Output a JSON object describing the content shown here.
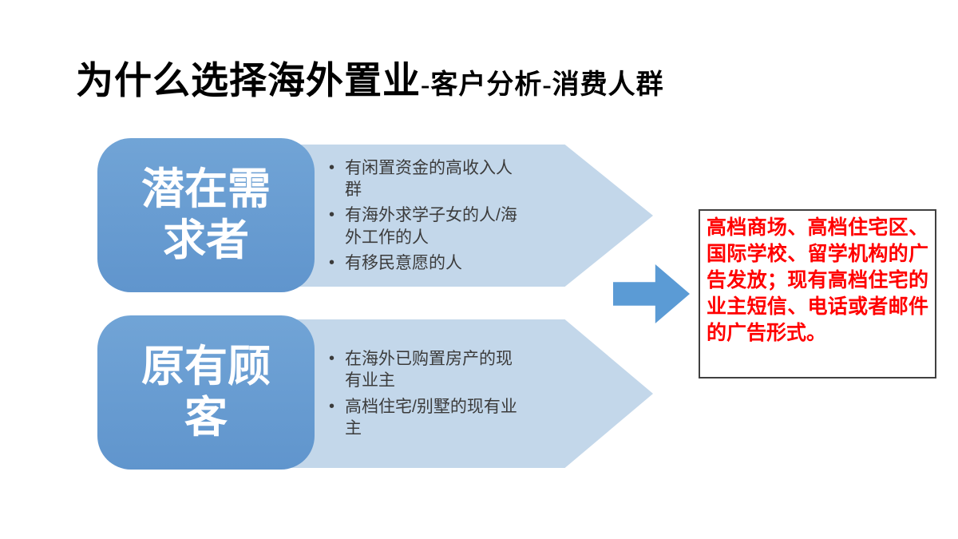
{
  "title": {
    "main": "为什么选择海外置业",
    "sub": "-客户分析-消费人群"
  },
  "groups": [
    {
      "label": "潜在需求者",
      "bullets": [
        "有闲置资金的高收入人群",
        "有海外求学子女的人/海外工作的人",
        "有移民意愿的人"
      ]
    },
    {
      "label": "原有顾客",
      "bullets": [
        "在海外已购置房产的现有业主",
        "高档住宅/别墅的现有业主"
      ]
    }
  ],
  "result": {
    "text": "高档商场、高档住宅区、国际学校、留学机构的广告发放；现有高档住宅的业主短信、电话或者邮件的广告形式。"
  },
  "colors": {
    "label_box_blue": "#6095cd",
    "bullet_arrow_light_blue": "#c3d7ea",
    "flow_arrow_blue": "#5b9bd5",
    "result_text_red": "#ff0000",
    "title_black": "#000000",
    "bullet_text_gray": "#3b3b3b"
  }
}
